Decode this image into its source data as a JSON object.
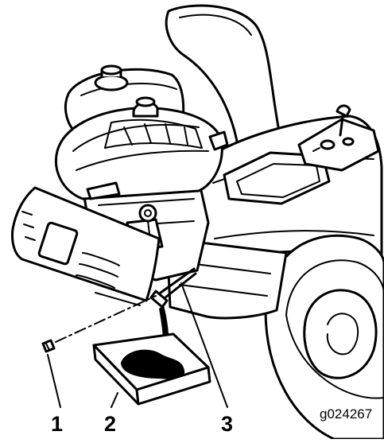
{
  "callouts": [
    {
      "id": "1",
      "part": "drain-plug"
    },
    {
      "id": "2",
      "part": "drain-pan"
    },
    {
      "id": "3",
      "part": "drain-tube"
    }
  ],
  "figure_id": "g024267",
  "colors": {
    "line": "#000000",
    "background": "#ffffff",
    "oil": "#000000"
  }
}
